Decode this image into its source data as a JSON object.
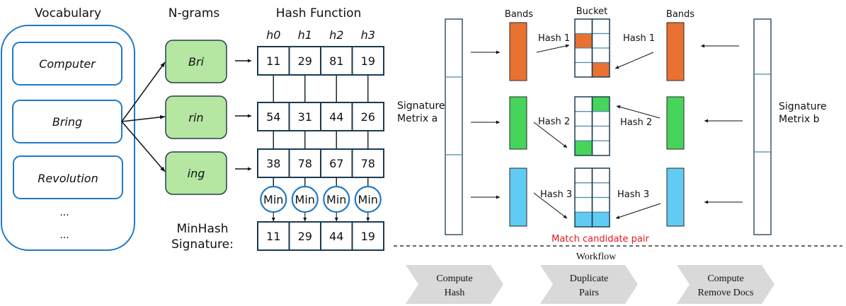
{
  "vocabulary": {
    "title": "Vocabulary",
    "words": [
      "Computer",
      "Bring",
      "Revolution"
    ],
    "ellipsis": [
      "...",
      "..."
    ]
  },
  "ngrams": {
    "title": "N-grams",
    "items": [
      "Bri",
      "rin",
      "ing"
    ]
  },
  "hash_function": {
    "title": "Hash Function",
    "columns": [
      "h0",
      "h1",
      "h2",
      "h3"
    ],
    "rows": [
      [
        11,
        29,
        81,
        19
      ],
      [
        54,
        31,
        44,
        26
      ],
      [
        38,
        78,
        67,
        78
      ]
    ],
    "min_label": "Min",
    "signature_label_1": "MinHash",
    "signature_label_2": "Signature:",
    "signature": [
      11,
      29,
      44,
      19
    ]
  },
  "lsh": {
    "signature_a_1": "Signature",
    "signature_a_2": "Metrix a",
    "signature_b_1": "Signature",
    "signature_b_2": "Metrix b",
    "bands_label": "Bands",
    "bucket_label": "Bucket",
    "hashes": [
      "Hash 1",
      "Hash 2",
      "Hash 3"
    ],
    "match_label": "Match candidate pair",
    "colors": {
      "band1": "#e97132",
      "band2": "#47d45a",
      "band3": "#61cbf3",
      "outline": "#1a3a4f",
      "divider": "#4f8aa8",
      "vocab_blue": "#1f7ac5",
      "ngram_green": "#b5e6a2",
      "match_red": "#e8161b",
      "chevron": "#d9d9d9"
    }
  },
  "workflow": {
    "title": "Workflow",
    "steps": [
      {
        "line1": "Compute",
        "line2": "Hash"
      },
      {
        "line1": "Duplicate",
        "line2": "Pairs"
      },
      {
        "line1": "Compute",
        "line2": "Remove Docs"
      }
    ]
  }
}
